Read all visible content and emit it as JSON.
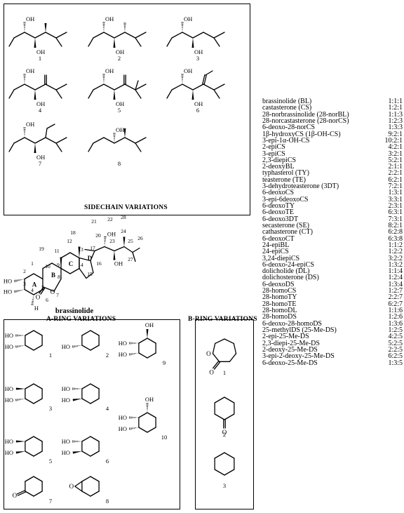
{
  "sidechain_panel": {
    "title": "SIDECHAIN VARIATIONS",
    "variants": [
      "1",
      "2",
      "3",
      "4",
      "5",
      "6",
      "7",
      "8"
    ],
    "atom_labels": {
      "hydroxyl": "OH"
    }
  },
  "core_structure": {
    "name": "brassinolide",
    "ring_labels": [
      "A",
      "B",
      "C",
      "D"
    ],
    "atom_numbers": [
      "1",
      "2",
      "3",
      "4",
      "5",
      "6",
      "7",
      "8",
      "9",
      "10",
      "11",
      "12",
      "13",
      "14",
      "15",
      "16",
      "17",
      "18",
      "19",
      "20",
      "21",
      "22",
      "23",
      "24",
      "25",
      "26",
      "27",
      "28"
    ],
    "atom_labels": {
      "hydroxyl_left": "HO",
      "hydroxyl_right": "OH",
      "oxygen": "O",
      "hydrogen": "H"
    }
  },
  "a_ring_panel": {
    "title": "A-RING VARIATIONS",
    "variants": [
      "1",
      "2",
      "3",
      "4",
      "5",
      "6",
      "7",
      "8",
      "9",
      "10"
    ],
    "atom_labels": {
      "hydroxyl_left": "HO",
      "hydroxyl_right": "OH",
      "oxygen": "O"
    }
  },
  "b_ring_panel": {
    "title": "B-RING VARIATIONS",
    "variants": [
      "1",
      "2",
      "3"
    ],
    "atom_labels": {
      "oxygen": "O"
    }
  },
  "compounds": [
    {
      "name": "brassinolide (BL)",
      "code": "1:1:1"
    },
    {
      "name": "castasterone (CS)",
      "code": "1:2:1"
    },
    {
      "name": "28-norbrassinolide (28-norBL)",
      "code": "1:1:3"
    },
    {
      "name": "28-norcastasterone (28-norCS)",
      "code": "1:2:3"
    },
    {
      "name": "6-deoxo-28-norCS",
      "code": "1:3:3"
    },
    {
      "name": "1β-hydroxyCS (1β-OH-CS)",
      "code": "9:2:1"
    },
    {
      "name": "3-epi-1α-OH-CS",
      "code": "10:2:1"
    },
    {
      "name": "2-epiCS",
      "code": "4:2:1"
    },
    {
      "name": "3-epiCS",
      "code": "3:2:1"
    },
    {
      "name": "2,3-diepiCS",
      "code": "5:2:1"
    },
    {
      "name": "2-deoxyBL",
      "code": "2:1:1"
    },
    {
      "name": "typhasterol (TY)",
      "code": "2:2:1"
    },
    {
      "name": "teasterone (TE)",
      "code": "6:2:1"
    },
    {
      "name": "3-dehydroteasterone (3DT)",
      "code": "7:2:1"
    },
    {
      "name": "6-deoxoCS",
      "code": "1:3:1"
    },
    {
      "name": "3-epi-6deoxoCS",
      "code": "3:3:1"
    },
    {
      "name": "6-deoxoTY",
      "code": "2:3:1"
    },
    {
      "name": "6-deoxoTE",
      "code": "6:3:1"
    },
    {
      "name": "6-deoxo3DT",
      "code": "7:3:1"
    },
    {
      "name": "secasterone (SE)",
      "code": "8:2:1"
    },
    {
      "name": "cathasterone (CT)",
      "code": "6:2:8"
    },
    {
      "name": "6-deoxoCT",
      "code": "6:3:8"
    },
    {
      "name": "24-epiBL",
      "code": "1:1:2"
    },
    {
      "name": "24-epiCS",
      "code": "1:2:2"
    },
    {
      "name": "3,24-diepiCS",
      "code": "3:2:2"
    },
    {
      "name": "6-deoxo-24-epiCS",
      "code": "1:3:2"
    },
    {
      "name": "dolicholide (DL)",
      "code": "1:1:4"
    },
    {
      "name": "dolichosterone (DS)",
      "code": "1:2:4"
    },
    {
      "name": "6-deoxoDS",
      "code": "1:3:4"
    },
    {
      "name": "28-homoCS",
      "code": "1:2:7"
    },
    {
      "name": "28-homoTY",
      "code": "2:2:7"
    },
    {
      "name": "28-homoTE",
      "code": "6:2:7"
    },
    {
      "name": "28-homoDL",
      "code": "1:1:6"
    },
    {
      "name": "28-homoDS",
      "code": "1:2:6"
    },
    {
      "name": "6-deoxo-28-homoDS",
      "code": "1:3:6"
    },
    {
      "name": "25-methylDS (25-Me-DS)",
      "code": "1:2:5"
    },
    {
      "name": "2-epi-25-Me-DS",
      "code": "4:2:5"
    },
    {
      "name": "2,3-diepi-25-Me-DS",
      "code": "5:2:5"
    },
    {
      "name": "2-deoxy-25-Me-DS",
      "code": "2:2:5"
    },
    {
      "name": "3-epi-2-deoxy-25-Me-DS",
      "code": "6:2:5"
    },
    {
      "name": "6-deoxo-25-Me-DS",
      "code": "1:3:5"
    }
  ]
}
